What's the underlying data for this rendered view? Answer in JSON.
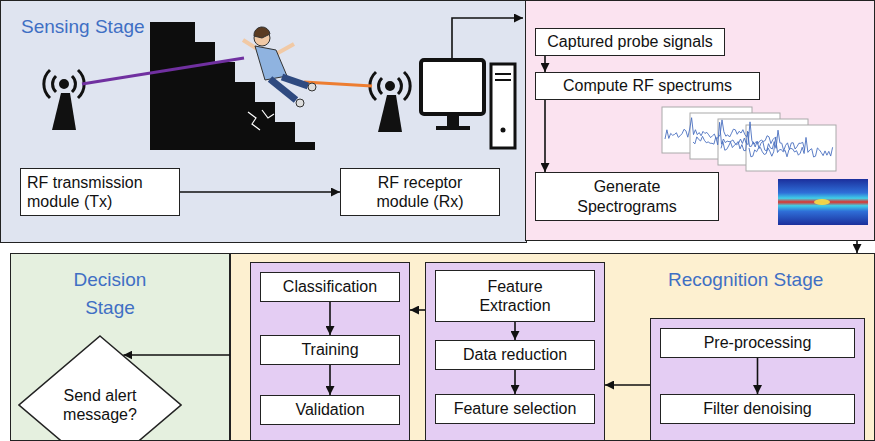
{
  "diagram": {
    "nodes": [
      {
        "text": [
          "Sensing Stage"
        ]
      },
      {
        "text": [
          "RF transmission module (Tx)"
        ],
        "in": 0
      },
      {
        "text": [
          "RF receptor module (Rx)"
        ],
        "in": 0
      },
      {
        "text": []
      },
      {
        "text": [
          "Captured probe signals"
        ],
        "in": 3
      },
      {
        "text": [
          "Compute RF spectrums"
        ],
        "in": 3
      },
      {
        "text": [
          "Generate Spectrograms"
        ],
        "in": 3
      },
      {
        "text": [
          "Decision Stage"
        ]
      },
      {
        "text": [
          "Send alert message?"
        ],
        "in": 7
      },
      {
        "text": [
          "Recognition Stage"
        ]
      },
      {
        "text": [],
        "in": 9
      },
      {
        "text": [
          "Classification"
        ],
        "in": 10
      },
      {
        "text": [
          "Training"
        ],
        "in": 10
      },
      {
        "text": [
          "Validation"
        ],
        "in": 10
      },
      {
        "text": [],
        "in": 9
      },
      {
        "text": [
          "Feature Extraction"
        ],
        "in": 14
      },
      {
        "text": [
          "Data reduction"
        ],
        "in": 14
      },
      {
        "text": [
          "Feature selection"
        ],
        "in": 14
      },
      {
        "text": [],
        "in": 9
      },
      {
        "text": [
          "Pre-processing"
        ],
        "in": 18
      },
      {
        "text": [
          "Filter denoising"
        ],
        "in": 18
      }
    ],
    "edges": [
      {
        "from": 1,
        "to": 2,
        "arrow": "to"
      },
      {
        "from": 4,
        "to": 5,
        "arrow": "to"
      },
      {
        "from": 5,
        "to": 6,
        "arrow": "to"
      },
      {
        "from": 3,
        "to": 9,
        "arrow": "to"
      },
      {
        "from": 19,
        "to": 20,
        "arrow": "to"
      },
      {
        "from": 18,
        "to": 14,
        "arrow": "to"
      },
      {
        "from": 15,
        "to": 16,
        "arrow": "to"
      },
      {
        "from": 16,
        "to": 17,
        "arrow": "to"
      },
      {
        "from": 14,
        "to": 10,
        "arrow": "to"
      },
      {
        "from": 11,
        "to": 12,
        "arrow": "to"
      },
      {
        "from": 12,
        "to": 13,
        "arrow": "to"
      },
      {
        "from": 9,
        "to": 8,
        "arrow": "to"
      }
    ]
  }
}
